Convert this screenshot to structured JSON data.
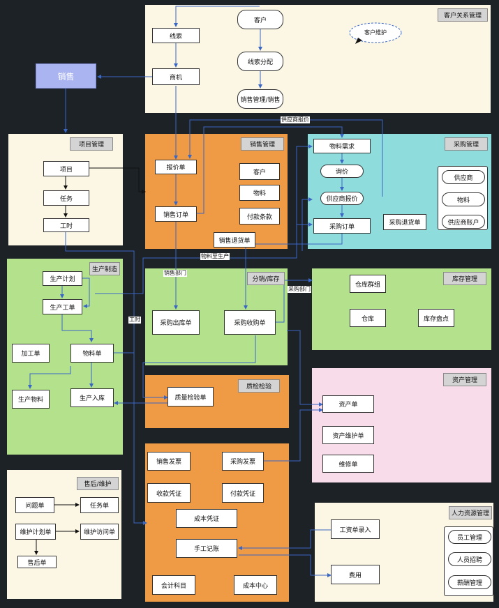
{
  "colors": {
    "background": "#1c2226",
    "cream": "#fbf7e4",
    "orange": "#ef9b45",
    "cyan": "#8fdcdc",
    "green": "#b3e18c",
    "pink": "#f9dcea",
    "sales": "#a9b4f0",
    "edge": "#3a66c4"
  },
  "sales_node": "销售",
  "crm": {
    "title": "客户关系管理",
    "lead": "线索",
    "opportunity": "商机",
    "customer": "客户",
    "lead_assign": "线索分配",
    "sales_mgmt_node": "销售管理/销售",
    "callout": "客户维护"
  },
  "project": {
    "title": "项目管理",
    "project": "项目",
    "task": "任务",
    "timesheet": "工时"
  },
  "sales_mgmt": {
    "title": "销售管理",
    "quote": "报价单",
    "sales_order": "销售订单",
    "customer": "客户",
    "material": "物料",
    "payment_terms": "付款条款",
    "sales_return": "销售退货单"
  },
  "purchase": {
    "title": "采购管理",
    "demand": "物料需求",
    "inquiry": "询价",
    "supplier_quote": "供应商报价",
    "purchase_order": "采购订单",
    "purchase_return": "采购退货单",
    "supplier": "供应商",
    "material": "物料",
    "supplier_account": "供应商账户"
  },
  "production": {
    "title": "生产制造",
    "plan": "生产计划",
    "work_order": "生产工单",
    "process_order": "加工单",
    "bom": "物料单",
    "prod_material": "生产物料",
    "prod_inbound": "生产入库"
  },
  "distribution": {
    "title": "分销/库存",
    "outbound": "采购出库单",
    "receipt": "采购收购单"
  },
  "inventory": {
    "title": "库存管理",
    "wh_group": "仓库群组",
    "warehouse": "仓库",
    "stocktake": "库存盘点"
  },
  "quality": {
    "title": "质检检验",
    "inspection": "质量检验单"
  },
  "assets": {
    "title": "资产管理",
    "asset": "资产单",
    "maintenance": "资产维护单",
    "repair": "维修单"
  },
  "finance": {
    "sales_invoice": "销售发票",
    "purchase_invoice": "采购发票",
    "receipt_voucher": "收款凭证",
    "payment_voucher": "付款凭证",
    "cost_voucher": "成本凭证",
    "manual_entry": "手工记账",
    "accounts": "会计科目",
    "cost_center": "成本中心"
  },
  "aftersales": {
    "title": "售后/维护",
    "issue": "问题单",
    "task": "任务单",
    "plan": "维护计划单",
    "visit": "维护访问单",
    "ticket": "售后单"
  },
  "hr": {
    "title": "人力资源管理",
    "payroll": "工资单录入",
    "expense": "费用",
    "staff": "员工管理",
    "recruit": "人员招聘",
    "salary": "薪酬管理"
  },
  "edge_labels": {
    "supplier_quote": "供应商报价",
    "material_to_production": "物料至生产",
    "sales_dept": "销售部门",
    "purchase_dept": "采购部门",
    "timesheet": "工时"
  }
}
